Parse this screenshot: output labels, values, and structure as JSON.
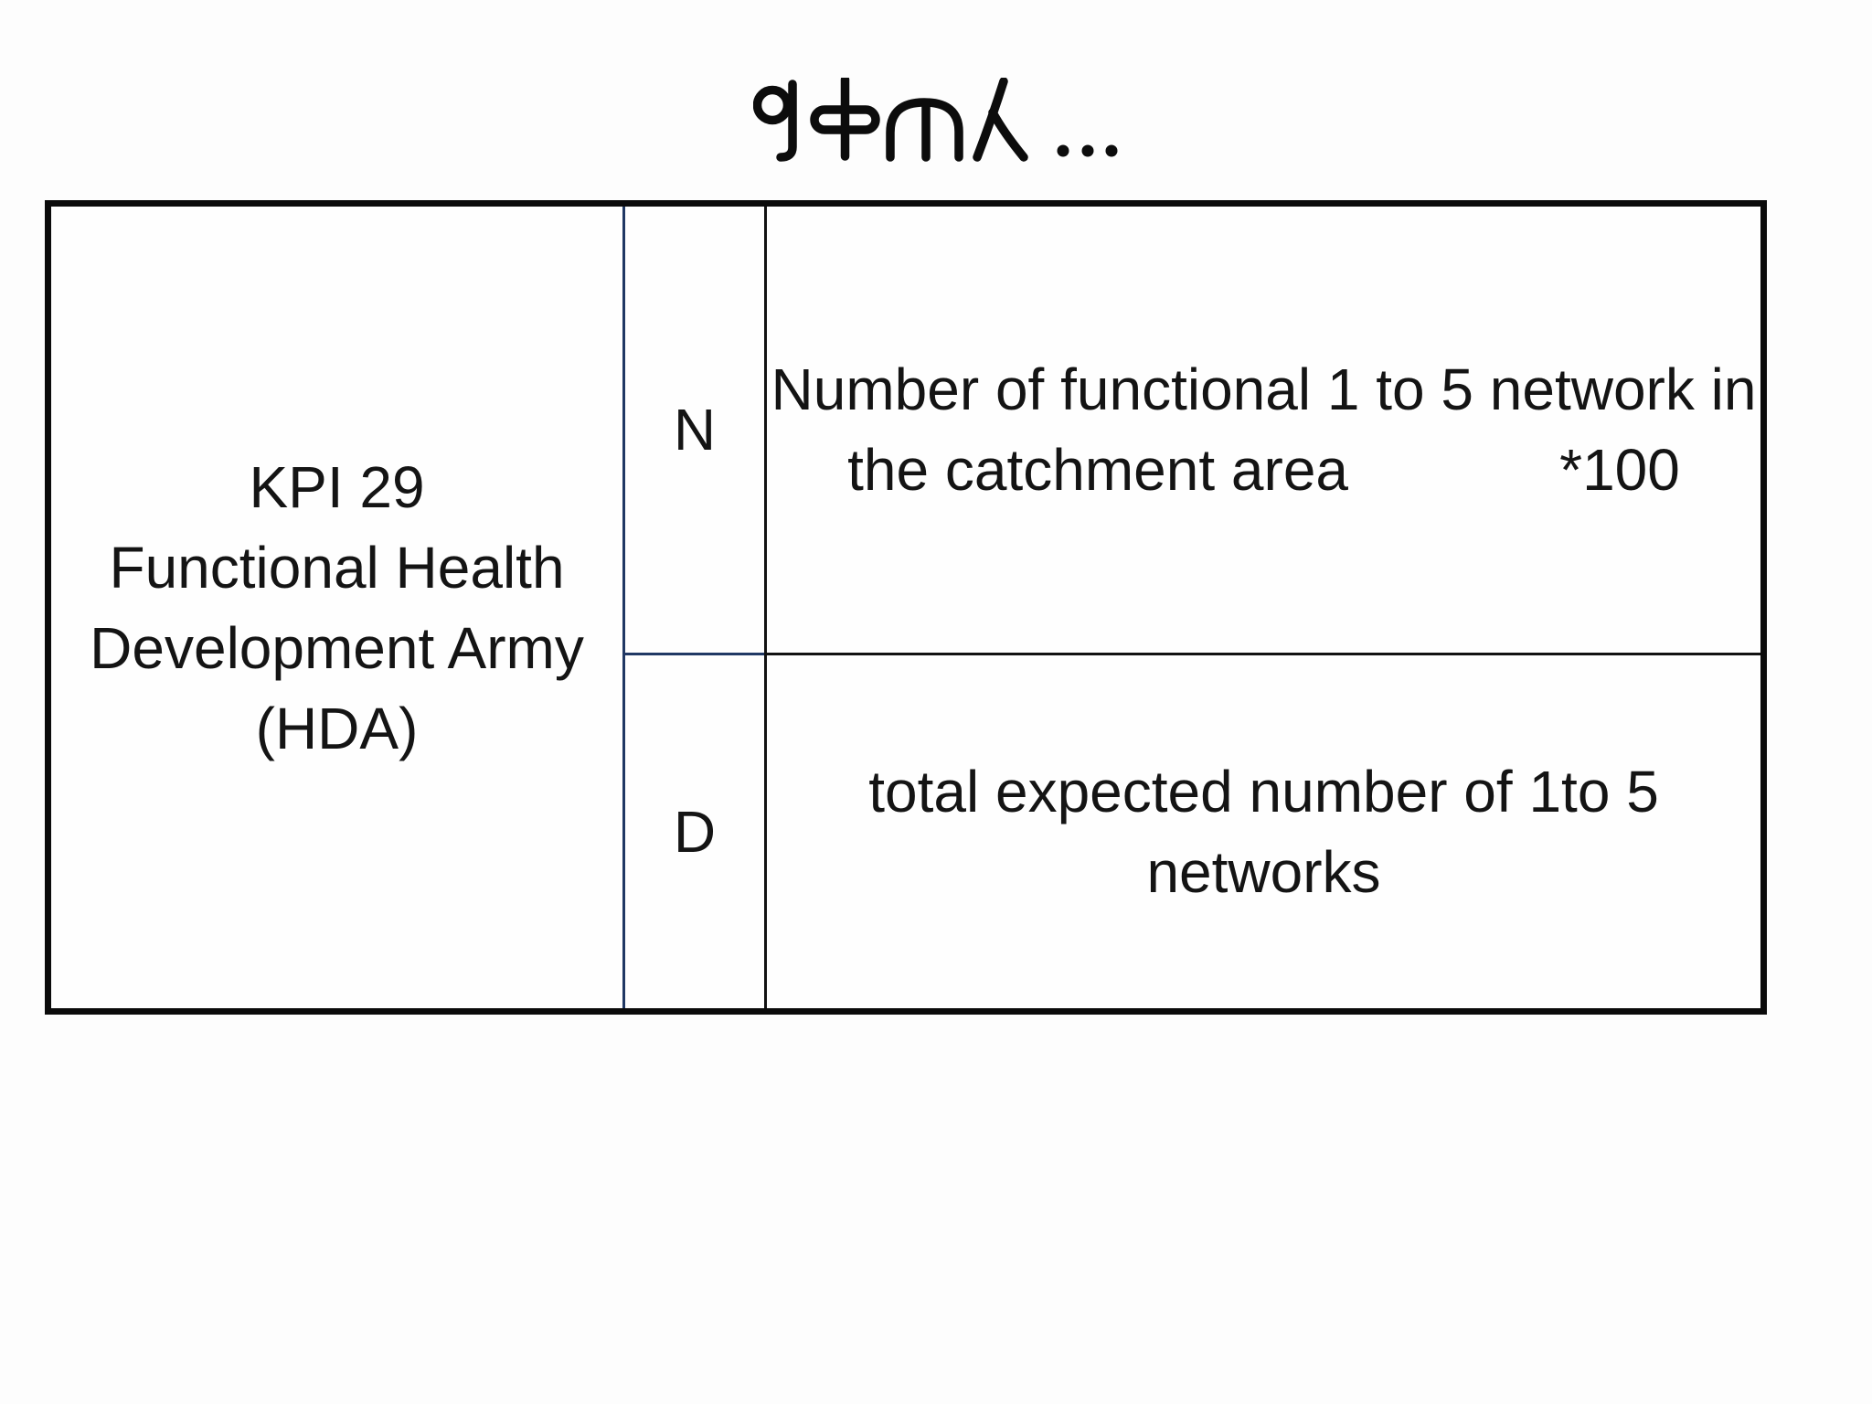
{
  "slide": {
    "title": "የቀጠለ …",
    "background_color": "#fdfdfd"
  },
  "table": {
    "kpi_cell": {
      "lines": [
        "KPI 29",
        "Functional Health",
        "Development Army",
        "(HDA)"
      ]
    },
    "rows": [
      {
        "label": "N",
        "description_lines": [
          "Number of functional 1 to 5 network in",
          "the catchment area             *100"
        ]
      },
      {
        "label": "D",
        "description_lines": [
          "total expected number of 1to 5",
          "networks"
        ]
      }
    ],
    "border_colors": {
      "outer": "#0b0b0b",
      "inner_navy": "#203864",
      "inner_black": "#121212"
    }
  }
}
